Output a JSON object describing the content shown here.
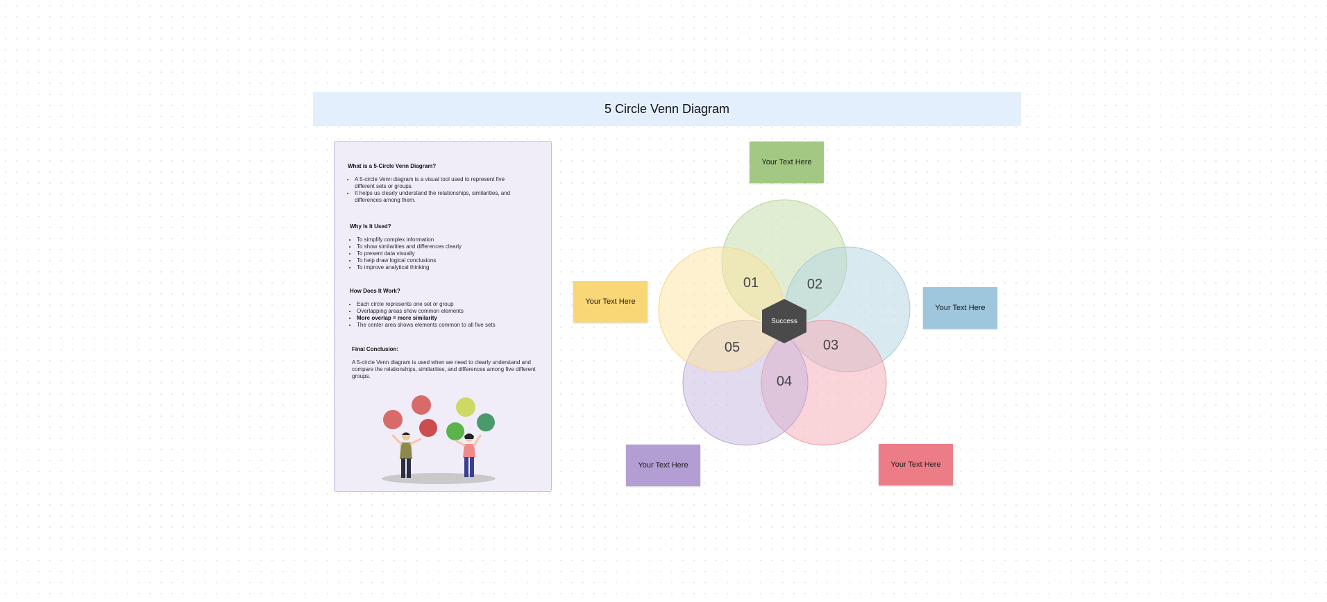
{
  "title": "5 Circle Venn Diagram",
  "info": {
    "what": {
      "heading": "What is a 5-Circle Venn Diagram?",
      "bullets": [
        "A 5-circle Venn diagram is a visual tool used to represent five different sets or groups.",
        "It helps us clearly understand the relationships, similarities, and differences among them."
      ]
    },
    "why": {
      "heading": "Why Is It Used?",
      "bullets": [
        "To simplify complex information",
        "To show similarities and differences clearly",
        "To present data visually",
        "To help draw logical conclusions",
        "To improve analytical thinking"
      ]
    },
    "how": {
      "heading": "How Does It Work?",
      "bullets": [
        "Each circle represents one set or group",
        "Overlapping areas show common elements",
        "More overlap = more similarity",
        "The center area shows elements common to all five sets"
      ]
    },
    "conclusion": {
      "heading": "Final Conclusion:",
      "text": "A 5-circle Venn diagram is used when we need to clearly understand and compare the relationships, similarities, and differences among five different groups."
    }
  },
  "diagram": {
    "center_label": "Success",
    "circles": [
      {
        "label": "01",
        "color": "#c9dfad"
      },
      {
        "label": "02",
        "color": "#b4d4e2"
      },
      {
        "label": "03",
        "color": "#f3a9b1"
      },
      {
        "label": "04",
        "color": "#c6b5de"
      },
      {
        "label": "05",
        "color": "#fbe39f"
      }
    ],
    "notes": [
      {
        "text": "Your Text Here",
        "color": "#a3c884"
      },
      {
        "text": "Your Text Here",
        "color": "#fad776"
      },
      {
        "text": "Your Text Here",
        "color": "#9ec6dc"
      },
      {
        "text": "Your Text Here",
        "color": "#b39ed3"
      },
      {
        "text": "Your Text Here",
        "color": "#ec7d87"
      }
    ]
  },
  "colors": {
    "title_bg": "#e3effd",
    "panel_bg": "#f0edf8",
    "panel_border": "#c9b7e5",
    "hexagon": "#4a4a4a"
  }
}
